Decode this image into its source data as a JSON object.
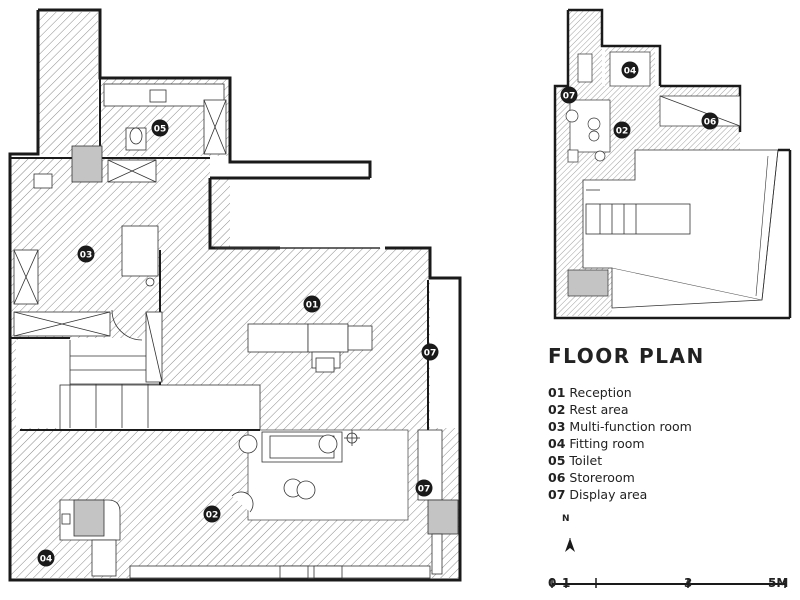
{
  "title": "FLOOR PLAN",
  "legend": [
    {
      "num": "01",
      "label": "Reception"
    },
    {
      "num": "02",
      "label": "Rest area"
    },
    {
      "num": "03",
      "label": "Multi-function room"
    },
    {
      "num": "04",
      "label": "Fitting room"
    },
    {
      "num": "05",
      "label": "Toilet"
    },
    {
      "num": "06",
      "label": "Storeroom"
    },
    {
      "num": "07",
      "label": "Display area"
    }
  ],
  "north_label": "N",
  "scale": {
    "labels": [
      "0",
      "1",
      "3",
      "5M"
    ]
  },
  "main_plan_tags": [
    "05",
    "03",
    "01",
    "07",
    "07",
    "02",
    "04"
  ],
  "mezzanine_tags": [
    "04",
    "07",
    "02",
    "06"
  ],
  "colors": {
    "wall": "#1a1a1a",
    "hatch": "#8a8a8a",
    "furniture": "#bdbdbd",
    "paper": "#ffffff"
  }
}
